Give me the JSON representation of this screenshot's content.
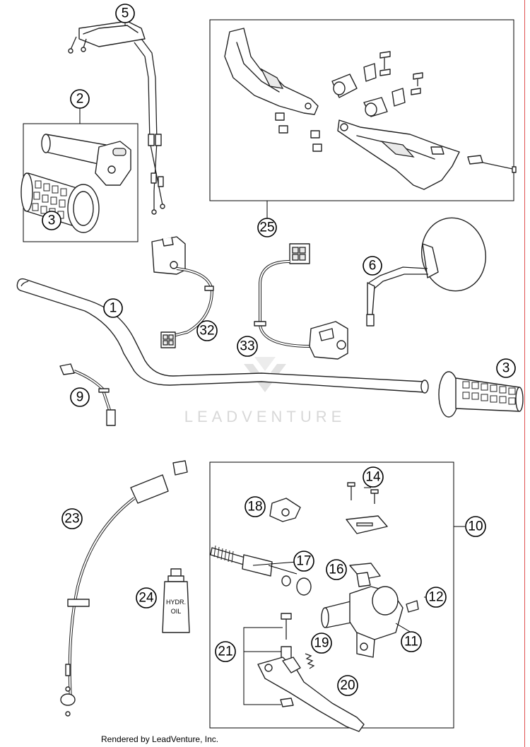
{
  "watermark": {
    "text": "LEADVENTURE"
  },
  "footer": {
    "text": "Rendered by LeadVenture, Inc."
  },
  "callouts": {
    "c1": "1",
    "c2": "2",
    "c3a": "3",
    "c3b": "3",
    "c5": "5",
    "c6": "6",
    "c9": "9",
    "c10": "10",
    "c11": "11",
    "c12": "12",
    "c14": "14",
    "c16": "16",
    "c17": "17",
    "c18": "18",
    "c19": "19",
    "c20": "20",
    "c21": "21",
    "c23": "23",
    "c24": "24",
    "c25": "25",
    "c32": "32",
    "c33": "33"
  },
  "bottle": {
    "label_line1": "HYDR.",
    "label_line2": "OIL"
  }
}
